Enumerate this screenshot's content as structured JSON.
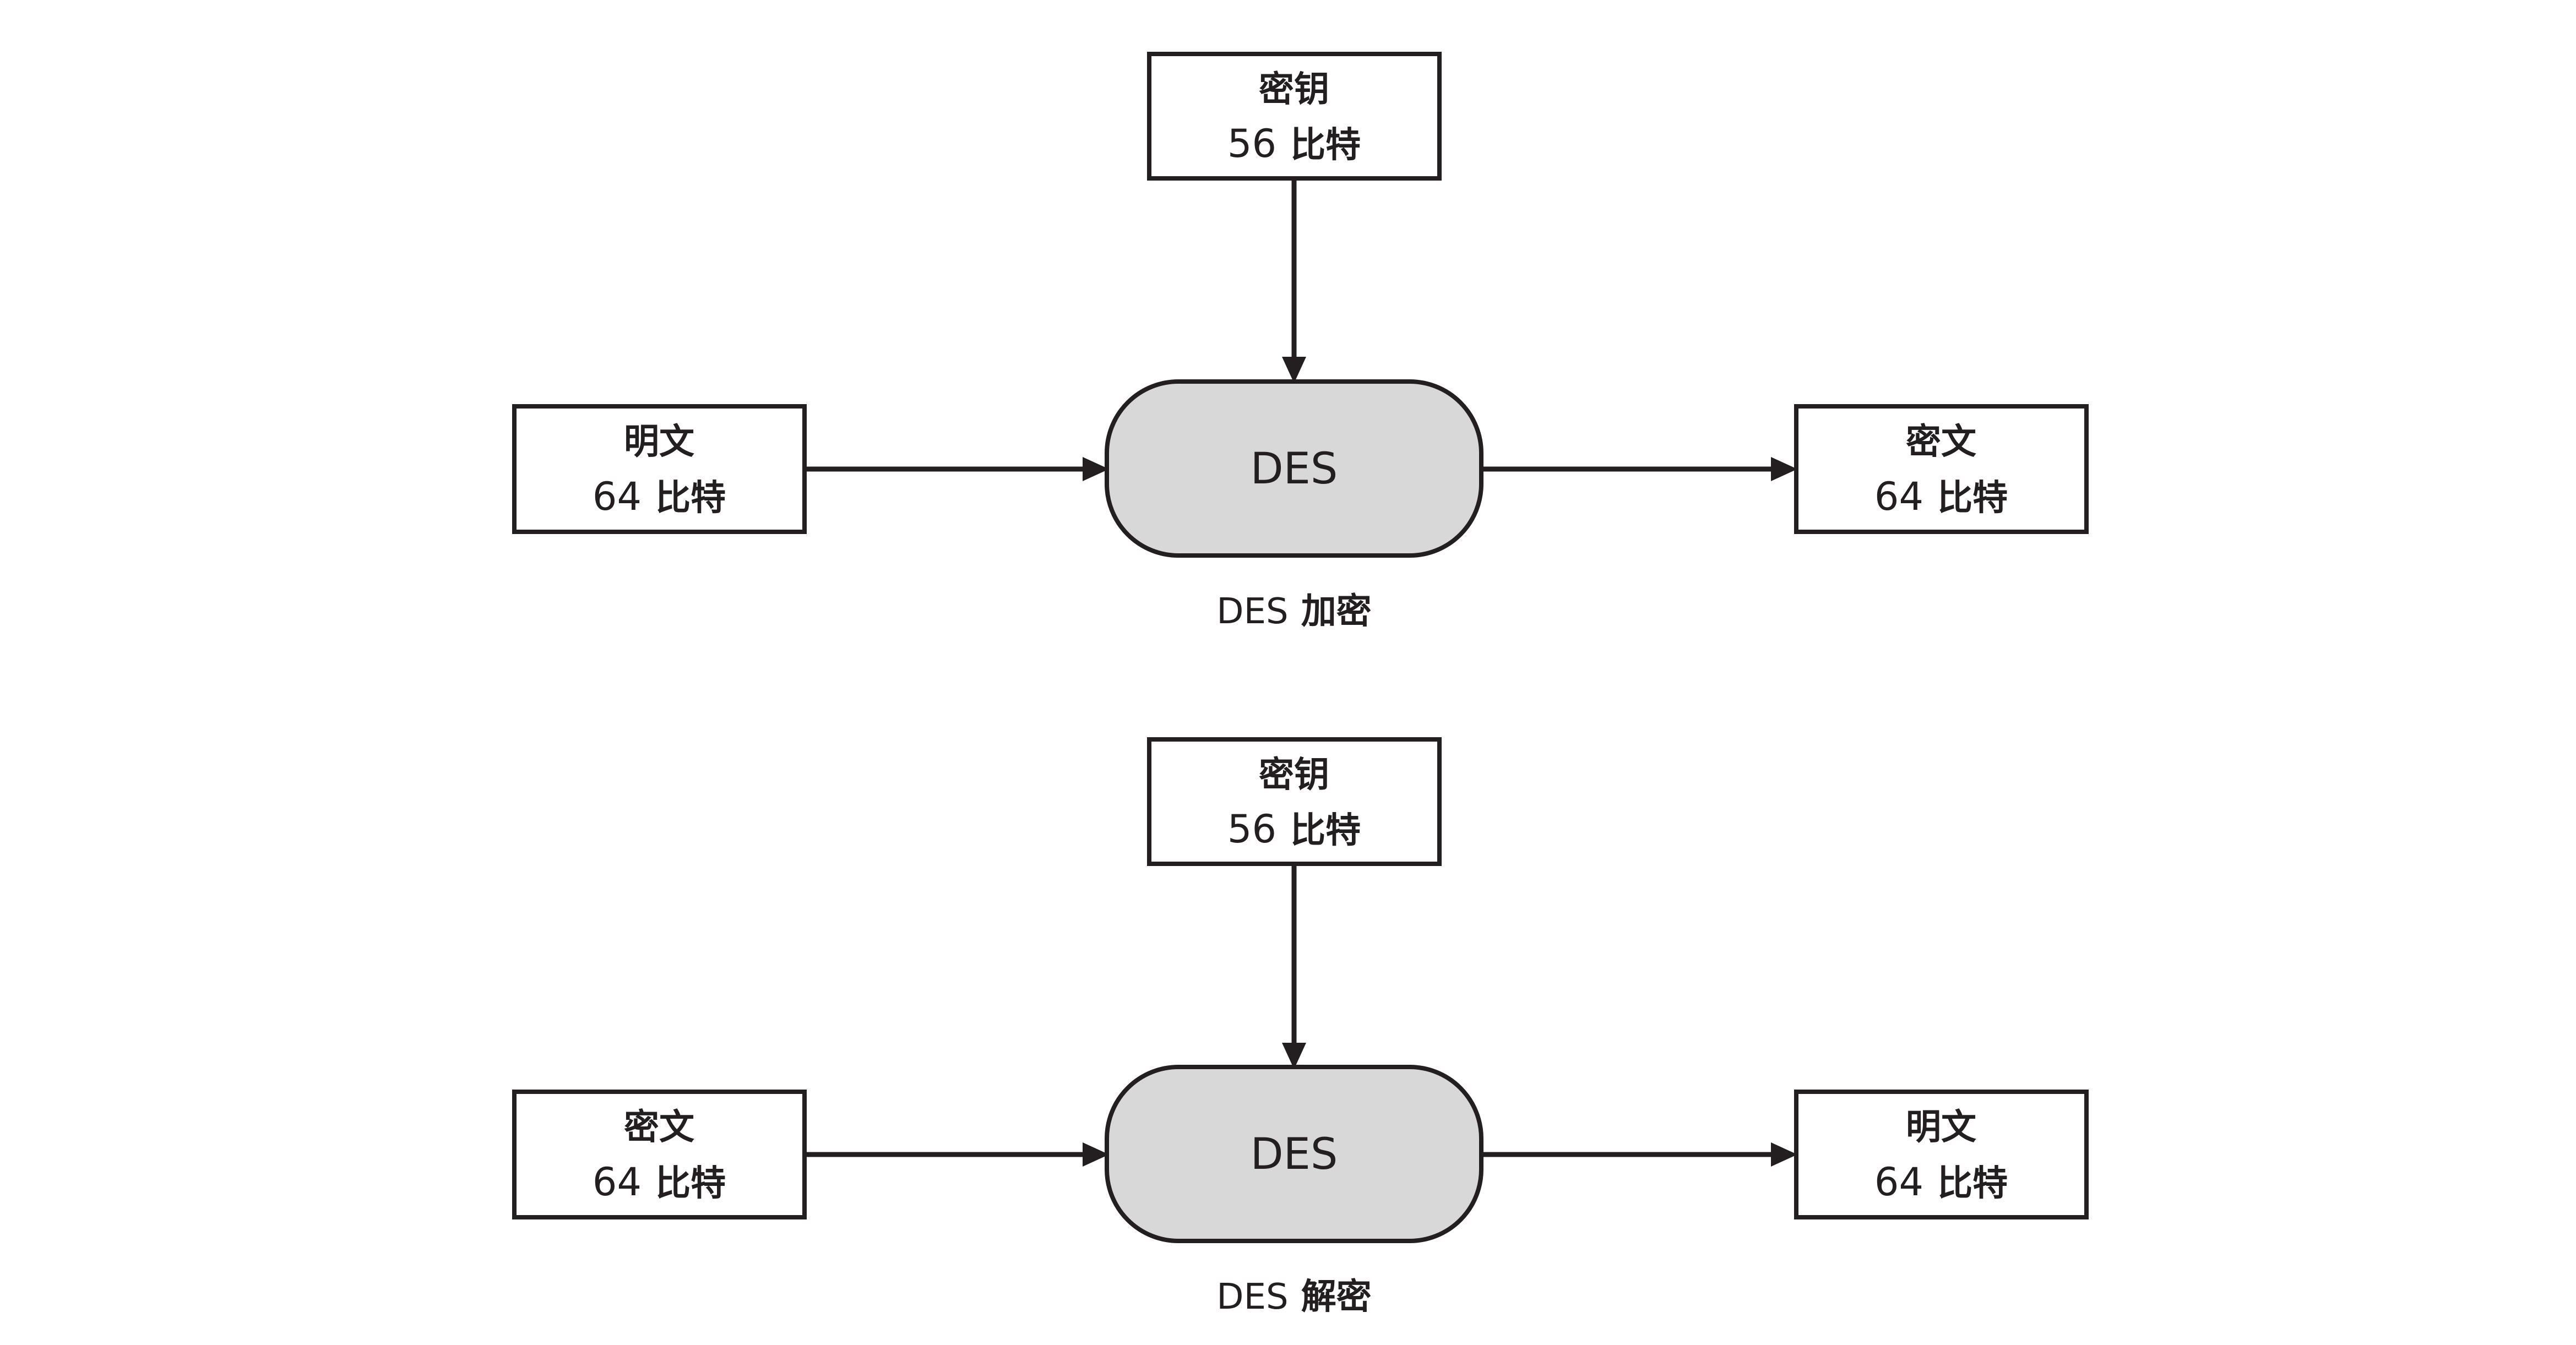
{
  "colors": {
    "stroke": "#231f20",
    "process_fill": "#d8d8d8",
    "box_fill": "#ffffff"
  },
  "encryption": {
    "key_box": {
      "line1": "密钥",
      "line2_num": "56",
      "line2_unit": "比特"
    },
    "input_box": {
      "line1": "明文",
      "line2_num": "64",
      "line2_unit": "比特"
    },
    "process_label": "DES",
    "output_box": {
      "line1": "密文",
      "line2_num": "64",
      "line2_unit": "比特"
    },
    "caption_prefix": "DES",
    "caption_suffix": "加密"
  },
  "decryption": {
    "key_box": {
      "line1": "密钥",
      "line2_num": "56",
      "line2_unit": "比特"
    },
    "input_box": {
      "line1": "密文",
      "line2_num": "64",
      "line2_unit": "比特"
    },
    "process_label": "DES",
    "output_box": {
      "line1": "明文",
      "line2_num": "64",
      "line2_unit": "比特"
    },
    "caption_prefix": "DES",
    "caption_suffix": "解密"
  }
}
